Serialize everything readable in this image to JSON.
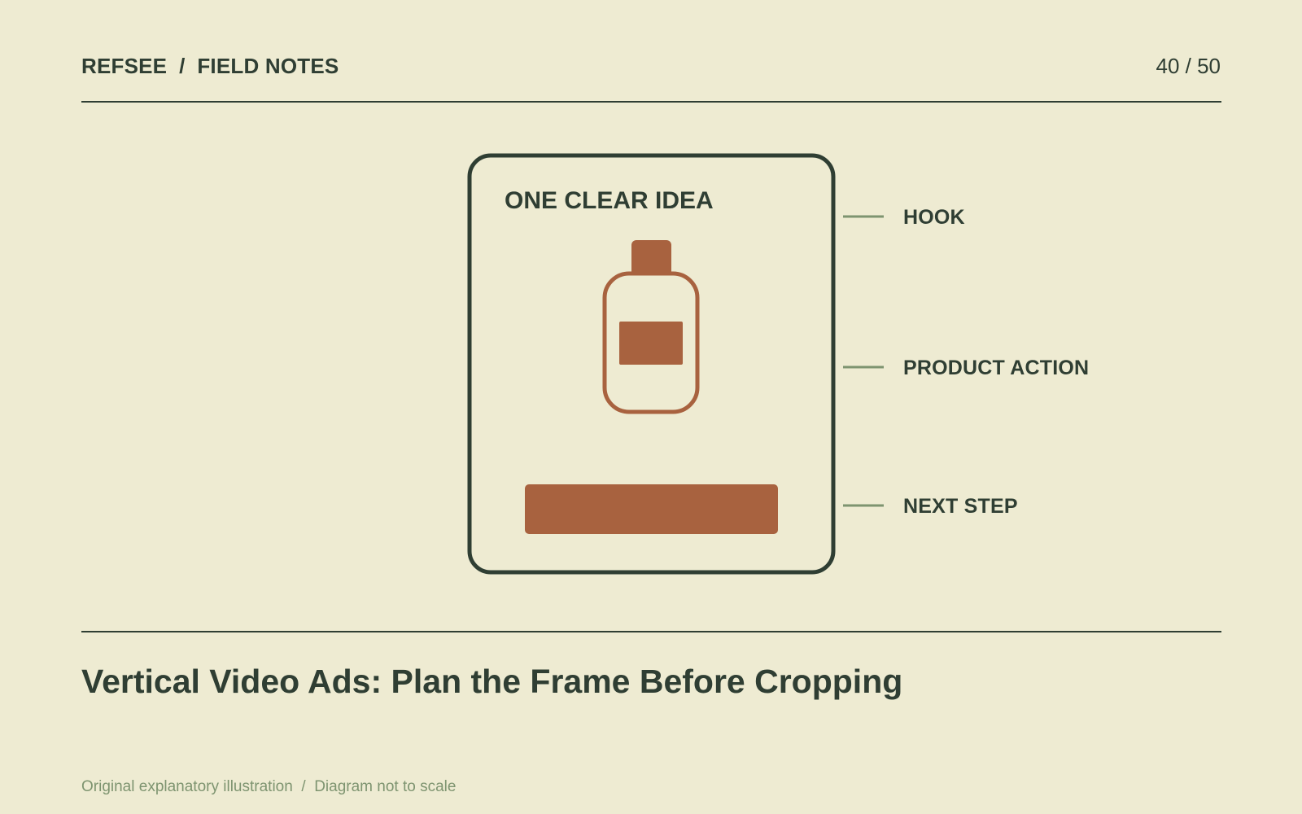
{
  "header": {
    "brand": "REFSEE  /  FIELD NOTES",
    "page_indicator": "40 / 50"
  },
  "diagram": {
    "frame_title": "ONE CLEAR IDEA",
    "callouts": [
      "HOOK",
      "PRODUCT ACTION",
      "NEXT STEP"
    ]
  },
  "title": "Vertical Video Ads: Plan the Frame Before Cropping",
  "footnote": "Original explanatory illustration  /  Diagram not to scale",
  "colors": {
    "background": "#EEEBD2",
    "ink": "#2F3E33",
    "accent": "#A8623F",
    "callout_line": "#7E9470"
  }
}
